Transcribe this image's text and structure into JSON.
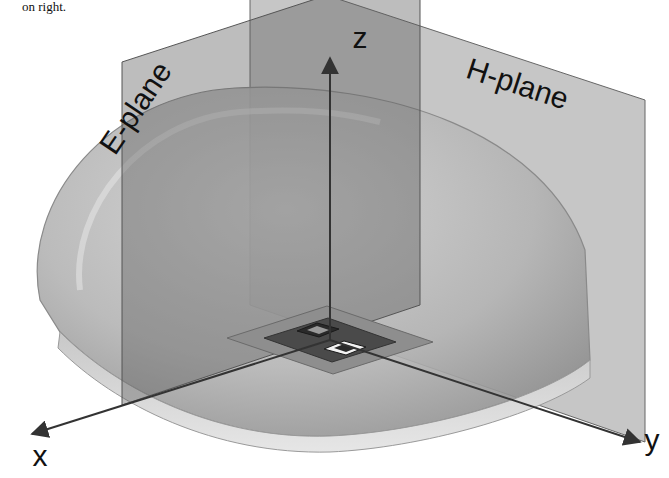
{
  "diagram": {
    "labels": [
      "on right.",
      "z",
      "E-plane",
      "H-plane",
      "x",
      "y"
    ]
  }
}
